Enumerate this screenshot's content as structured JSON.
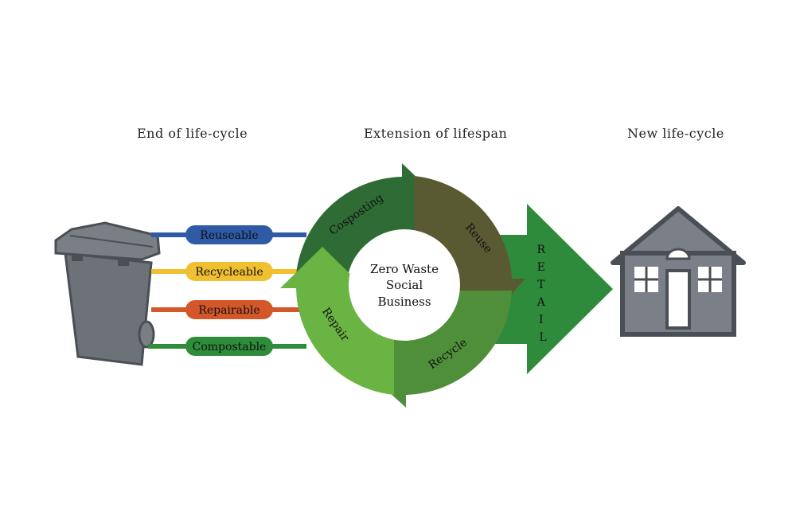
{
  "headings": {
    "end": "End of life-cycle",
    "extension": "Extension of lifespan",
    "new": "New life-cycle"
  },
  "labels": [
    {
      "text": "Reuseable",
      "color": "#2e5aa6"
    },
    {
      "text": "Recycleable",
      "color": "#f0c030"
    },
    {
      "text": "Repairable",
      "color": "#d4572a"
    },
    {
      "text": "Compostable",
      "color": "#2e8c3a"
    }
  ],
  "cycle": {
    "center": [
      "Zero Waste",
      "Social",
      "Business"
    ],
    "segments": [
      "Cosposting",
      "Reuse",
      "Recycle",
      "Repair"
    ],
    "colors": {
      "composting": "#2f6b35",
      "reuse": "#5a5a32",
      "recycle": "#4f8f3a",
      "repair": "#6ab443"
    }
  },
  "retail": {
    "text": "RETAIL",
    "color": "#2e8b3b"
  },
  "colors": {
    "bin": "#6d7278",
    "bin_outline": "#4a4f55",
    "house": "#7b8088",
    "house_outline": "#4a4f55"
  }
}
